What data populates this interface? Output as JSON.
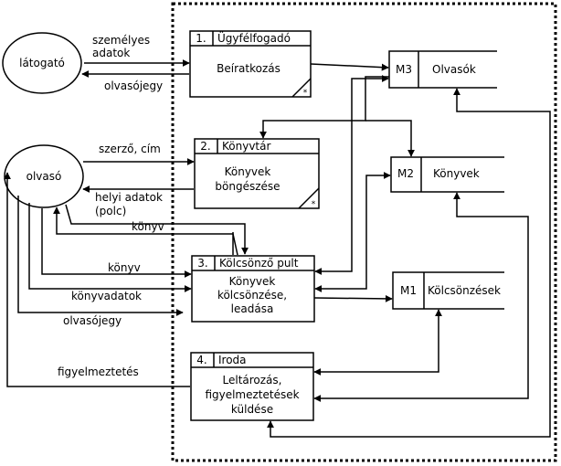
{
  "entities": {
    "visitor": "látogató",
    "reader": "olvasó"
  },
  "processes": [
    {
      "num": "1.",
      "name": "Ügyfélfogadó",
      "body": [
        "Beíratkozás"
      ],
      "mark": "*"
    },
    {
      "num": "2.",
      "name": "Könyvtár",
      "body": [
        "Könyvek",
        "böngészése"
      ],
      "mark": "*"
    },
    {
      "num": "3.",
      "name": "Kölcsönző pult",
      "body": [
        "Könyvek",
        "kölcsönzése,",
        "leadása"
      ],
      "mark": ""
    },
    {
      "num": "4.",
      "name": "Iroda",
      "body": [
        "Leltározás,",
        "figyelmeztetések",
        "küldése"
      ],
      "mark": ""
    }
  ],
  "stores": [
    {
      "id": "M3",
      "name": "Olvasók"
    },
    {
      "id": "M2",
      "name": "Könyvek"
    },
    {
      "id": "M1",
      "name": "Kölcsönzések"
    }
  ],
  "flows": {
    "personal_data_1": "személyes",
    "personal_data_2": "adatok",
    "card_1": "olvasójegy",
    "author_title": "szerző, cím",
    "location_1": "helyi adatok",
    "location_2": "(polc)",
    "book_1": "könyv",
    "book_2": "könyv",
    "book_data": "könyvadatok",
    "card_2": "olvasójegy",
    "warning": "figyelmeztetés"
  }
}
